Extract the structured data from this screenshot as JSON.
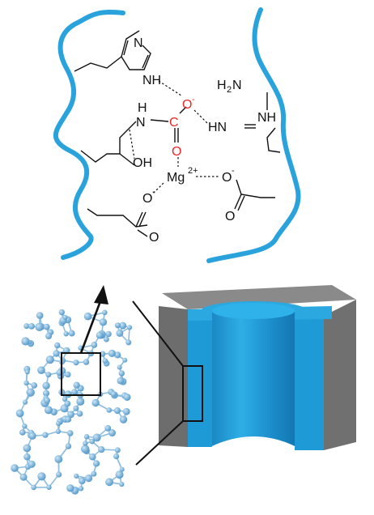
{
  "atoms": {
    "imidazole_n": "N",
    "imidazole_nh": "NH",
    "amide_nh_n": "N",
    "amide_nh_h": "H",
    "hydroxyl": "OH",
    "carbamate_c": "C",
    "carbamate_o_minus": "O",
    "carbamate_o": "O",
    "guanidine_h2n": "H",
    "guanidine_h2n_sub": "2",
    "guanidine_h2n_n": "N",
    "guanidine_hn": "HN",
    "guanidine_nh": "NH",
    "mg": "Mg",
    "mg_charge": "2+",
    "carboxylate_o_minus_left": "O",
    "carboxylate_o_left": "O",
    "carboxylate_o_minus_right": "O",
    "carboxylate_o_right": "O",
    "minus": "-"
  },
  "colors": {
    "protein_backbone": "#2aa3dc",
    "carbamate": "#e8282b",
    "material_blue": "#1e9ad6",
    "material_gray": "#7a7a7a",
    "network_node": "#7fb6dc",
    "bond": "#111111"
  }
}
